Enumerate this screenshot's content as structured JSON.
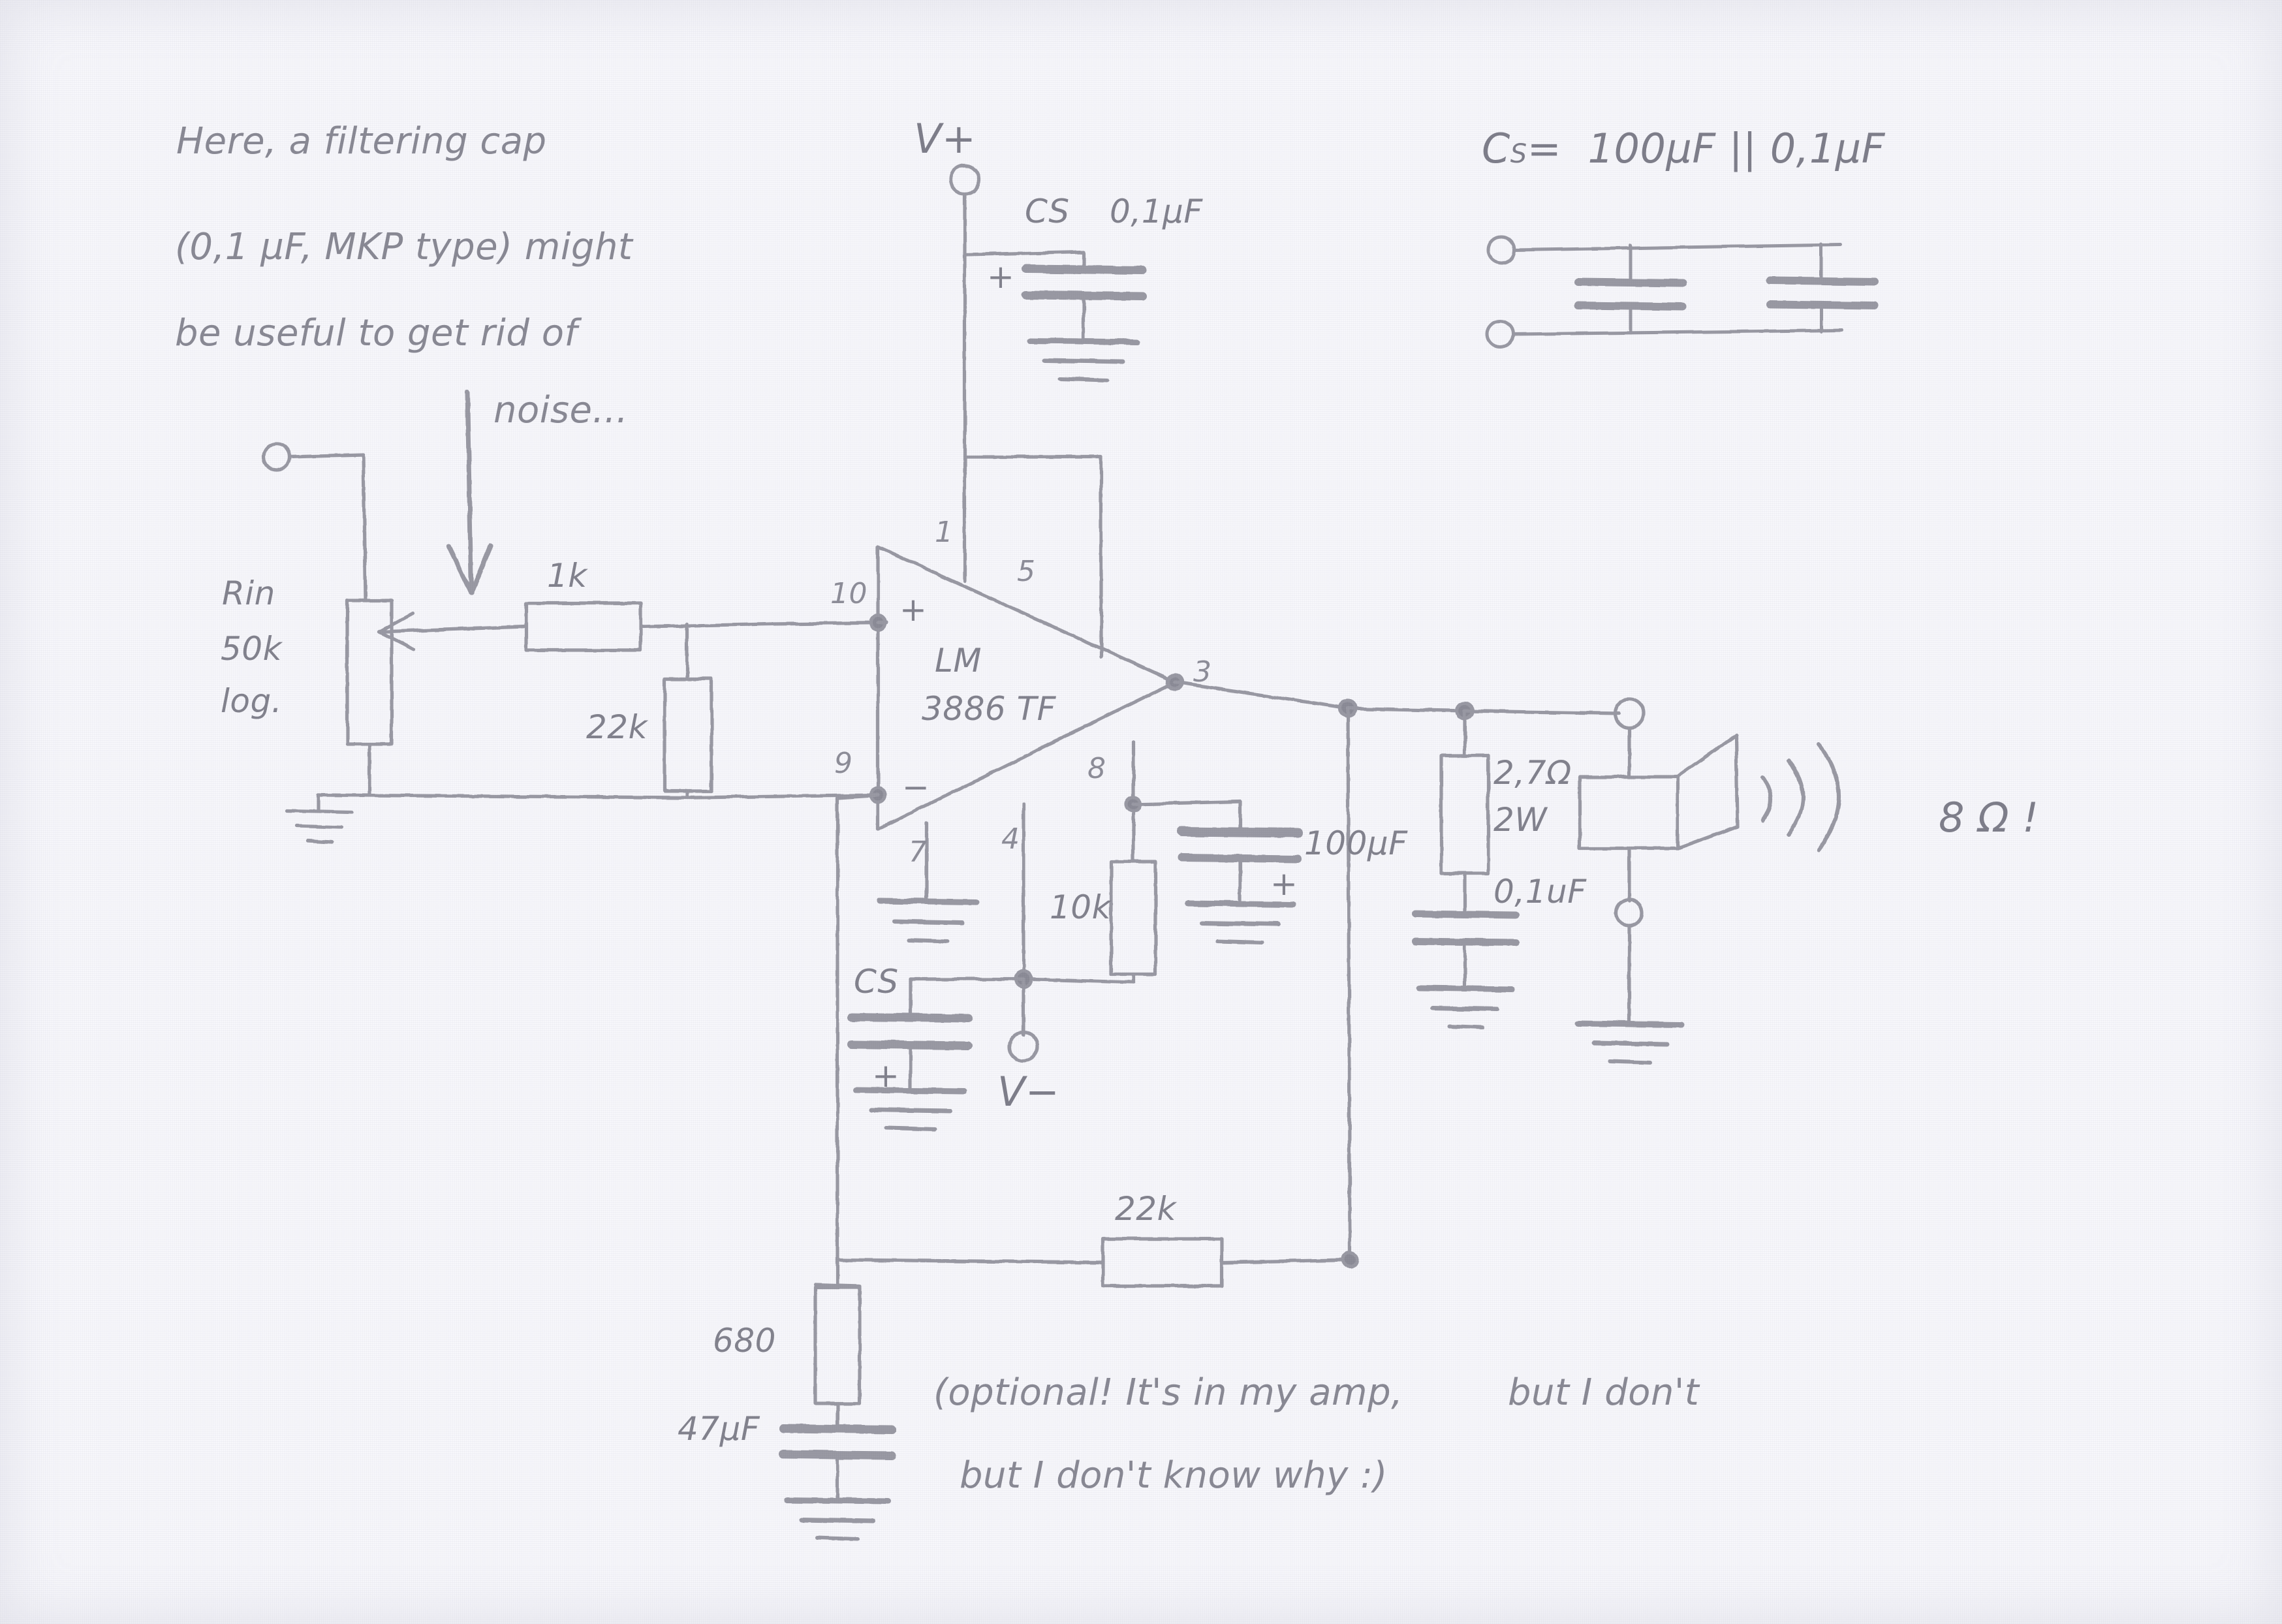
{
  "document": {
    "kind": "hand-drawn pencil schematic",
    "subject": "LM3886TF power amplifier circuit"
  },
  "annotations": {
    "noise_note": {
      "line1": "Here, a filtering cap",
      "line2": "(0,1 µF, MKP type) might",
      "line3": "be useful to get rid of",
      "line4": "noise..."
    },
    "optional_note": {
      "line1": "(optional! It's in my amp,",
      "line1_erased": "but I don't",
      "line2": "but I don't know why :)"
    }
  },
  "formula": {
    "cs_definition": "Cₛ = 100µF || 0,1µF",
    "cs_label": "C",
    "cs_sub": "S",
    "cs_rest": "=  100µF || 0,1µF"
  },
  "supply": {
    "v_plus": "V+",
    "v_minus": "V−",
    "cs_top_label": "C",
    "cs_top_sub": "S",
    "cs_bottom_label": "C",
    "cs_bottom_sub": "S",
    "polarity_plus": "+",
    "erased_value": "0,1µF"
  },
  "input_stage": {
    "pot_name": "Rin",
    "pot_value": "50k",
    "pot_taper": "log.",
    "series_resistor": "1k",
    "shunt_resistor": "22k"
  },
  "opamp": {
    "name_line1": "LM",
    "name_line2": "3886 TF",
    "plus_sign": "+",
    "minus_sign": "−",
    "pins": {
      "pin1": "1",
      "pin5": "5",
      "pin10": "10",
      "pin9": "9",
      "pin3": "3",
      "pin8": "8",
      "pin7": "7",
      "pin4": "4"
    }
  },
  "mute_circuit": {
    "resistor": "10k",
    "capacitor": "100µF",
    "polarity_plus": "+"
  },
  "output_stage": {
    "zobel_resistor": "2,7Ω",
    "zobel_power": "2W",
    "zobel_capacitor": "0,1uF",
    "speaker_impedance": "8 Ω !"
  },
  "feedback": {
    "resistor": "22k",
    "lower_resistor": "680",
    "lower_capacitor": "47µF"
  }
}
